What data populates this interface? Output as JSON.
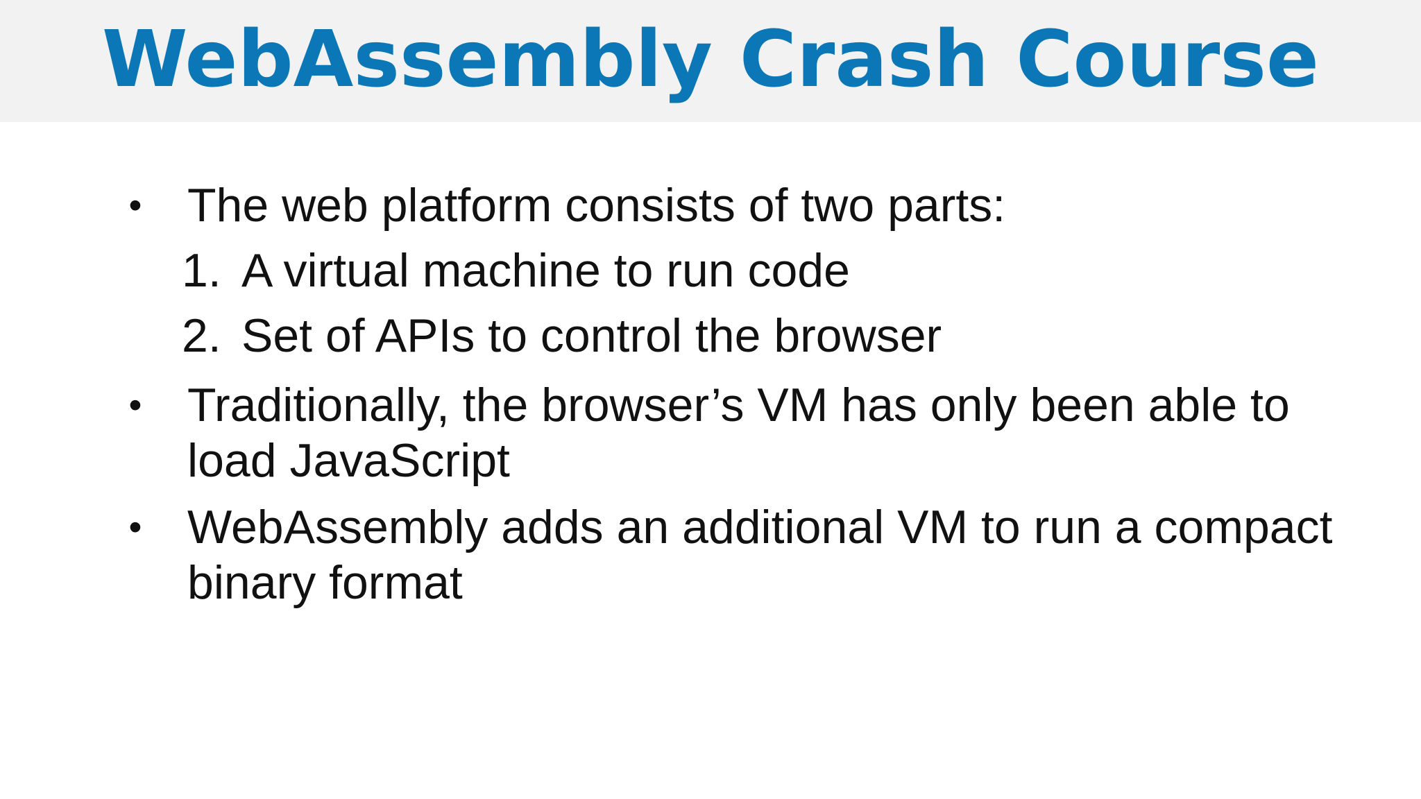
{
  "slide": {
    "title": "WebAssembly Crash Course",
    "bullet_symbol": "•",
    "bullets": [
      {
        "text": "The web platform consists of two parts:",
        "sub_items": [
          {
            "marker": "1.",
            "text": "A virtual machine to run code"
          },
          {
            "marker": "2.",
            "text": "Set of APIs to control the browser"
          }
        ]
      },
      {
        "text": "Traditionally, the browser’s VM has only been able to load JavaScript"
      },
      {
        "text": "WebAssembly adds an additional VM to run a compact binary format"
      }
    ]
  },
  "colors": {
    "title": "#0b77b7",
    "title_bar": "#f2f2f2",
    "body_text": "#111111",
    "background": "#ffffff"
  }
}
